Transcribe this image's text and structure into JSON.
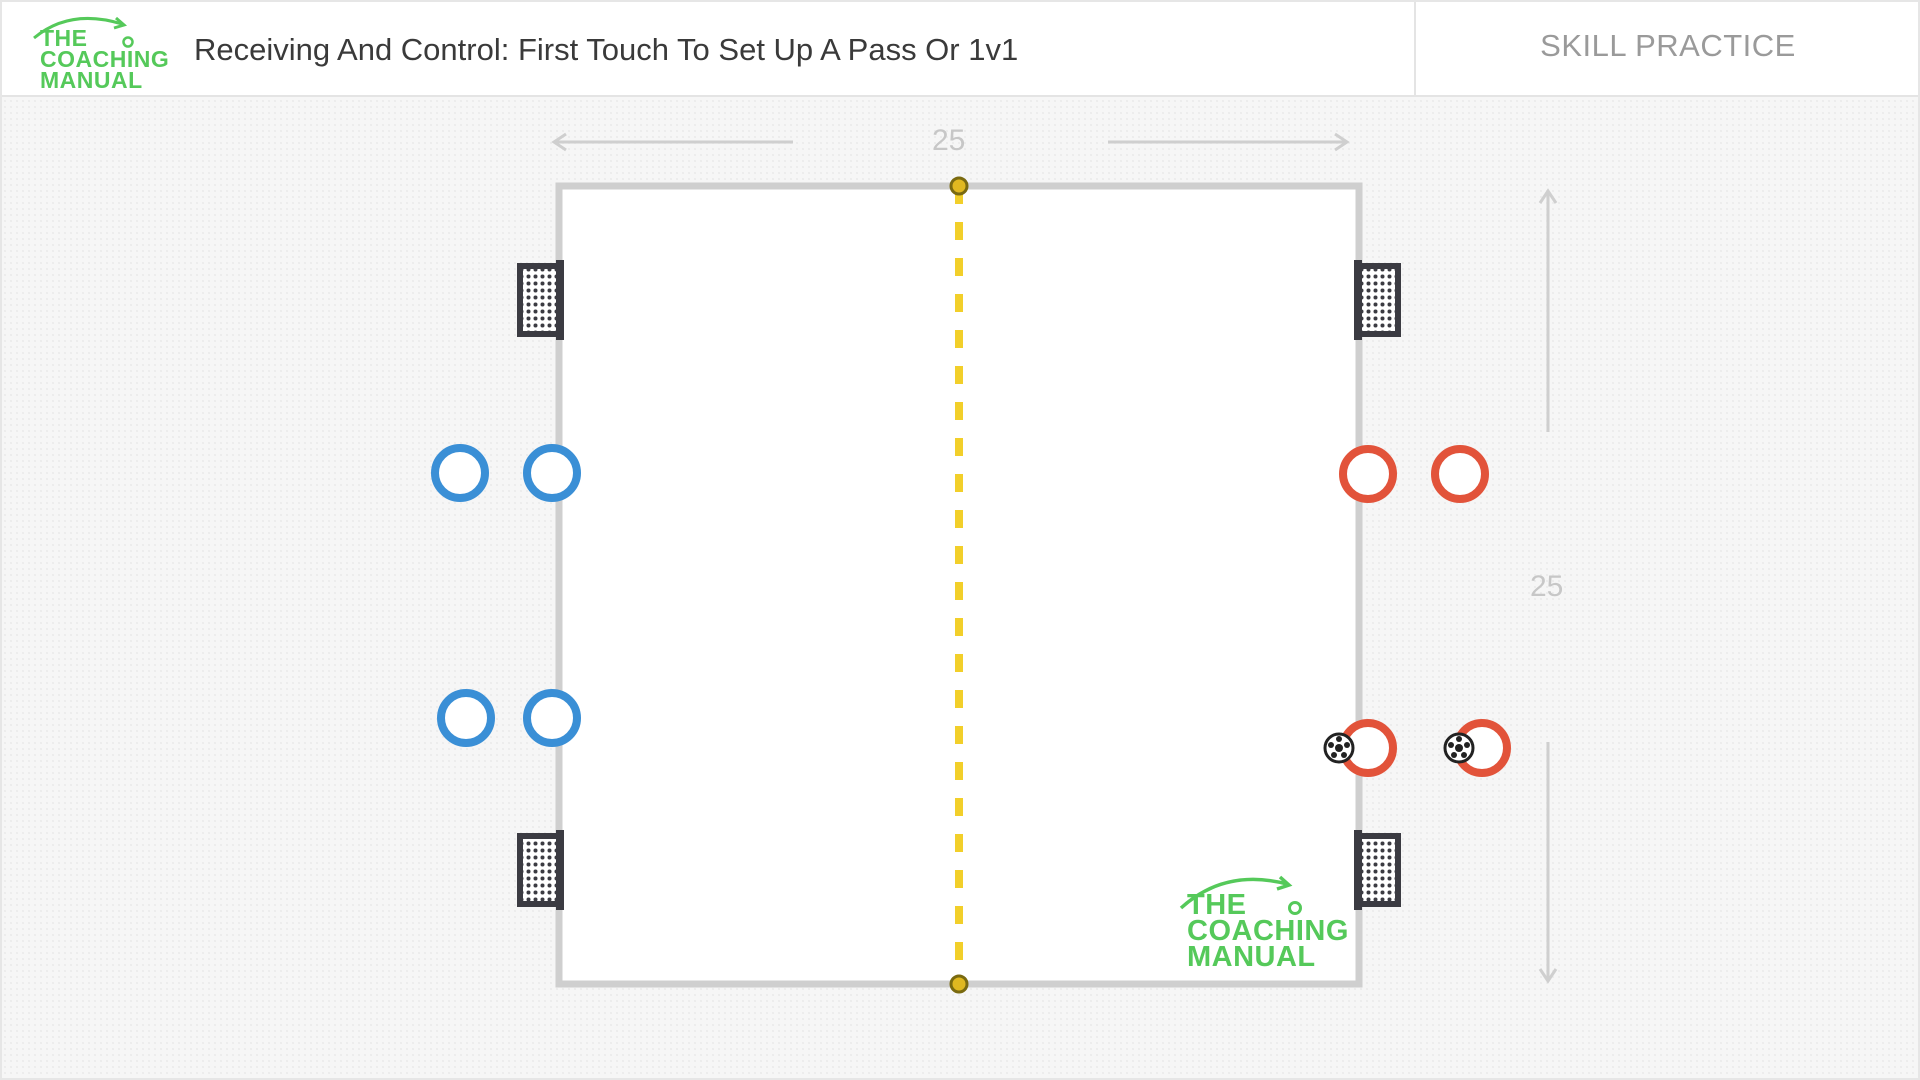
{
  "header": {
    "logo": [
      "THE",
      "COACHING",
      "MANUAL"
    ],
    "title": "Receiving And Control: First Touch To Set Up A Pass Or 1v1",
    "badge": "SKILL PRACTICE"
  },
  "pitch": {
    "width_label": "25",
    "length_label": "25"
  },
  "watermark": [
    "THE",
    "COACHING",
    "MANUAL"
  ],
  "teams": {
    "blue": {
      "color": "#3a8fd6",
      "players": 4
    },
    "red": {
      "color": "#e2533a",
      "players": 4,
      "with_ball": 2
    }
  },
  "colors": {
    "pitch_line": "#cfcfcf",
    "halfway_line": "#f2cf2a",
    "goal": "#3b3b42",
    "logo_green": "#55c95a"
  },
  "icons": [
    "goal-icon",
    "soccer-ball-icon",
    "cone-icon",
    "arrow-icon"
  ]
}
